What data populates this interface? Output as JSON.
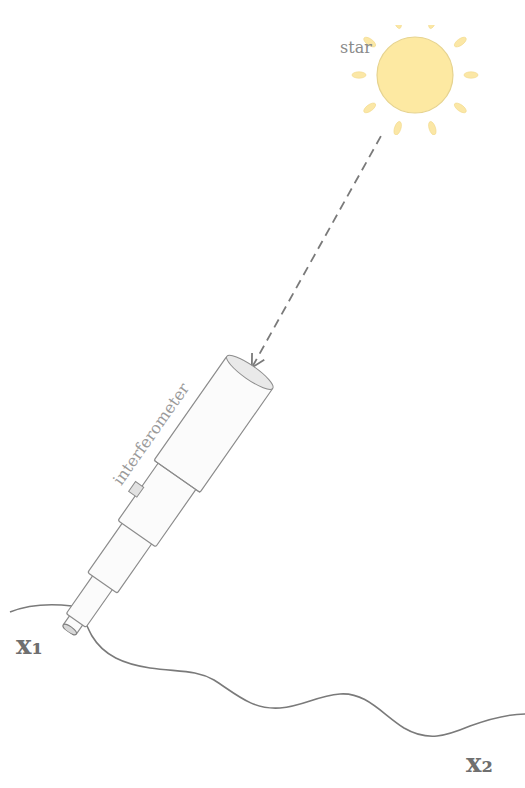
{
  "diagram": {
    "nodes": [
      {
        "text": [
          "star"
        ]
      },
      {
        "text": [
          "interferometer"
        ]
      }
    ],
    "edges": [
      {
        "from": 0,
        "to": 1,
        "arrow": "to"
      }
    ],
    "labels": [
      "x₁",
      "x₂"
    ]
  }
}
